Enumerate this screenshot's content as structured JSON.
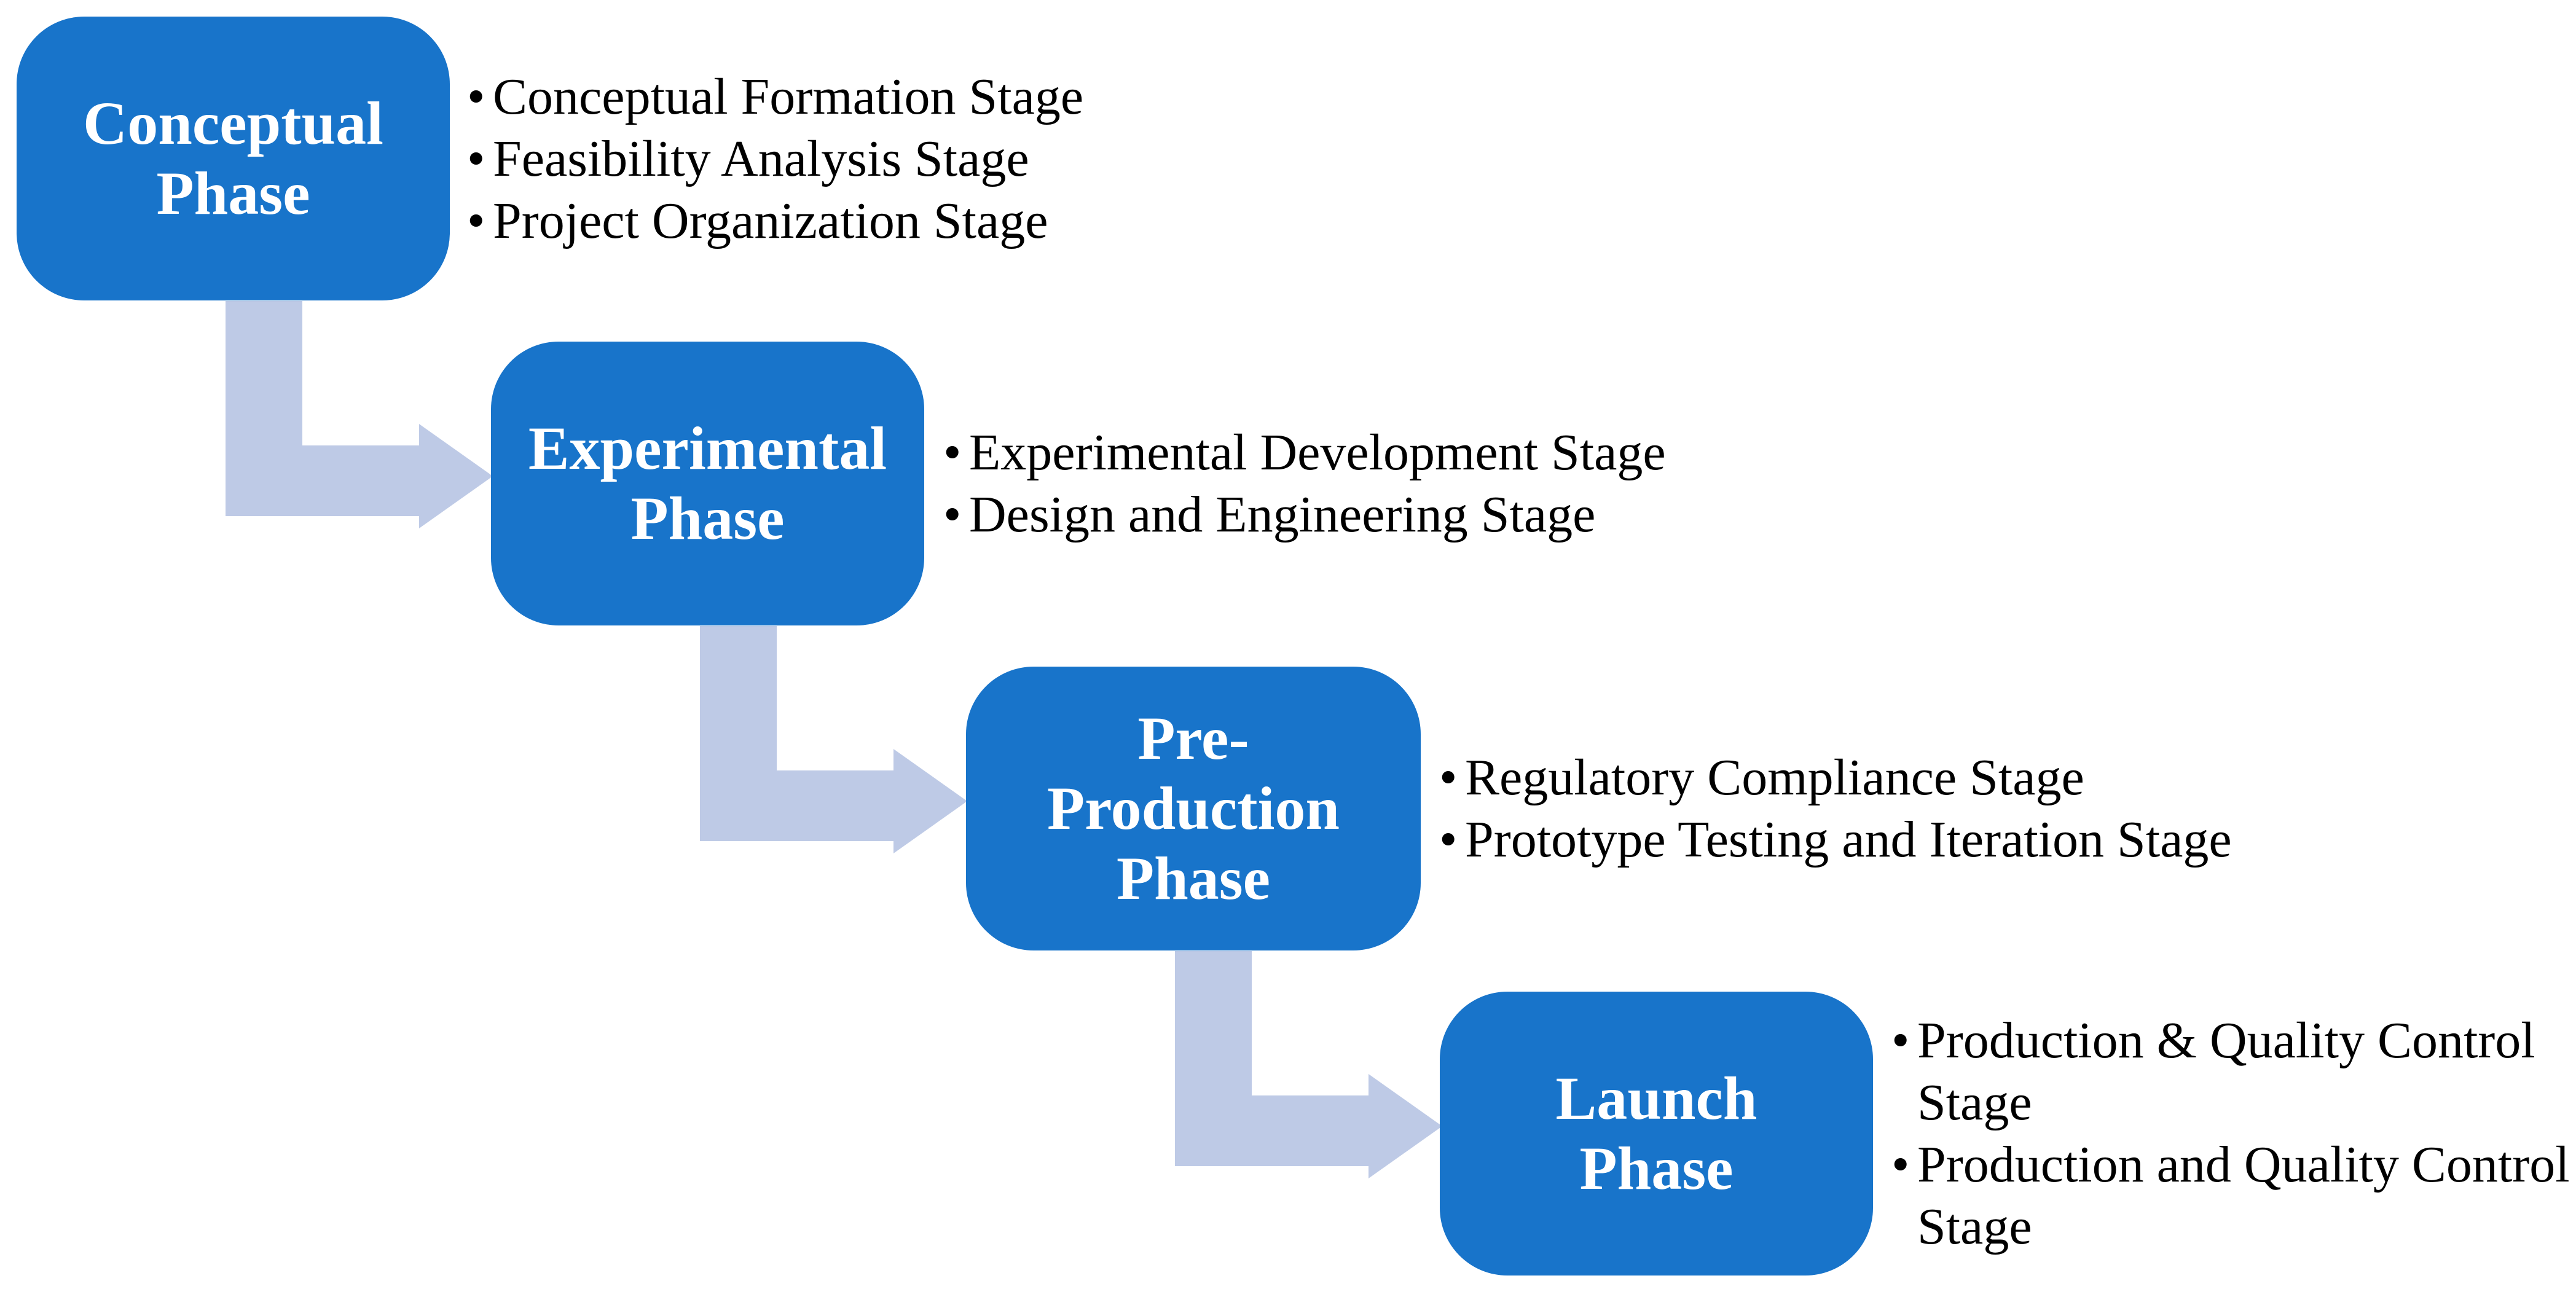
{
  "bullet_char": "•",
  "colors": {
    "box_fill": "#1874CA",
    "arrow_fill": "#BECAE6",
    "title_text": "#FFFFFF",
    "bullet_text": "#000000",
    "background": "#FFFFFF"
  },
  "phases": [
    {
      "title": "Conceptual Phase",
      "title_lines": [
        "Conceptual",
        "Phase"
      ],
      "bullets": [
        "Conceptual Formation Stage",
        "Feasibility Analysis Stage",
        "Project Organization Stage"
      ]
    },
    {
      "title": "Experimental Phase",
      "title_lines": [
        "Experimental",
        "Phase"
      ],
      "bullets": [
        "Experimental Development Stage",
        "Design and Engineering Stage"
      ]
    },
    {
      "title": "Pre-Production Phase",
      "title_lines": [
        "Pre-",
        "Production",
        "Phase"
      ],
      "bullets": [
        "Regulatory Compliance Stage",
        "Prototype Testing and Iteration Stage"
      ]
    },
    {
      "title": "Launch Phase",
      "title_lines": [
        "Launch",
        "Phase"
      ],
      "bullets": [
        "Production & Quality Control Stage",
        "Production and Quality Control Stage"
      ]
    }
  ]
}
